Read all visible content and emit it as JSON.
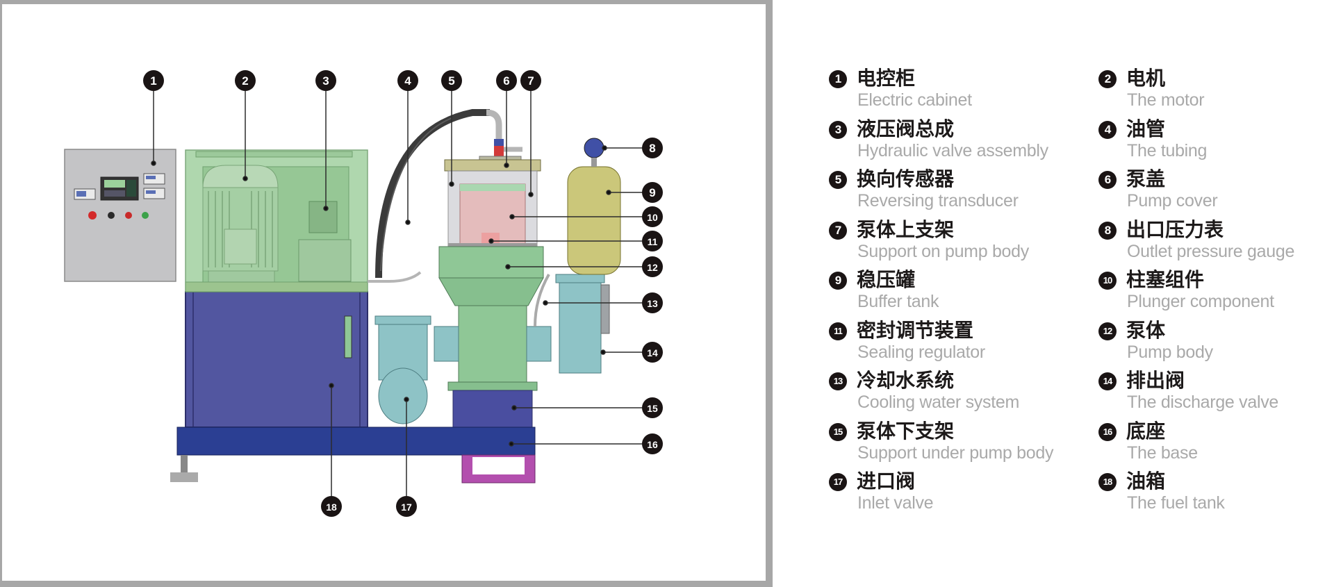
{
  "diagram": {
    "title": "Plunger pump unit component diagram",
    "callouts": [
      "1",
      "2",
      "3",
      "4",
      "5",
      "6",
      "7",
      "8",
      "9",
      "10",
      "11",
      "12",
      "13",
      "14",
      "15",
      "16",
      "17",
      "18"
    ],
    "panel_buttons": [
      {
        "name": "red-button",
        "color": "#d32a2a"
      },
      {
        "name": "black-button",
        "color": "#2a2a2a"
      },
      {
        "name": "red-small-button",
        "color": "#c92a2a"
      },
      {
        "name": "green-button",
        "color": "#3ca24a"
      }
    ],
    "colors": {
      "frame": "#a7a7a7",
      "cabinet": "#c4c4c6",
      "enclosure": "#a7d3a6",
      "tank": "#5256a0",
      "pump_body": "#8fc796",
      "valve": "#8ec3c6",
      "buffer_tank": "#cbc77a",
      "plunger": "#e4bcbc",
      "base": "#2b3f93",
      "bracket": "#b34fae",
      "gauge": "#4050a6",
      "badge": "#1a1414"
    }
  },
  "legend": {
    "items": [
      {
        "num": "1",
        "zh": "电控柜",
        "en": "Electric cabinet"
      },
      {
        "num": "2",
        "zh": "电机",
        "en": "The motor"
      },
      {
        "num": "3",
        "zh": "液压阀总成",
        "en": "Hydraulic valve assembly"
      },
      {
        "num": "4",
        "zh": "油管",
        "en": "The tubing"
      },
      {
        "num": "5",
        "zh": "换向传感器",
        "en": "Reversing transducer"
      },
      {
        "num": "6",
        "zh": "泵盖",
        "en": "Pump cover"
      },
      {
        "num": "7",
        "zh": "泵体上支架",
        "en": "Support on pump body"
      },
      {
        "num": "8",
        "zh": "出口压力表",
        "en": "Outlet pressure gauge"
      },
      {
        "num": "9",
        "zh": "稳压罐",
        "en": "Buffer tank"
      },
      {
        "num": "10",
        "zh": "柱塞组件",
        "en": "Plunger component"
      },
      {
        "num": "11",
        "zh": "密封调节装置",
        "en": "Sealing regulator"
      },
      {
        "num": "12",
        "zh": "泵体",
        "en": "Pump body"
      },
      {
        "num": "13",
        "zh": "冷却水系统",
        "en": "Cooling water system"
      },
      {
        "num": "14",
        "zh": "排出阀",
        "en": "The discharge valve"
      },
      {
        "num": "15",
        "zh": "泵体下支架",
        "en": "Support under pump body"
      },
      {
        "num": "16",
        "zh": "底座",
        "en": "The base"
      },
      {
        "num": "17",
        "zh": "进口阀",
        "en": "Inlet valve"
      },
      {
        "num": "18",
        "zh": "油箱",
        "en": "The fuel tank"
      }
    ]
  }
}
